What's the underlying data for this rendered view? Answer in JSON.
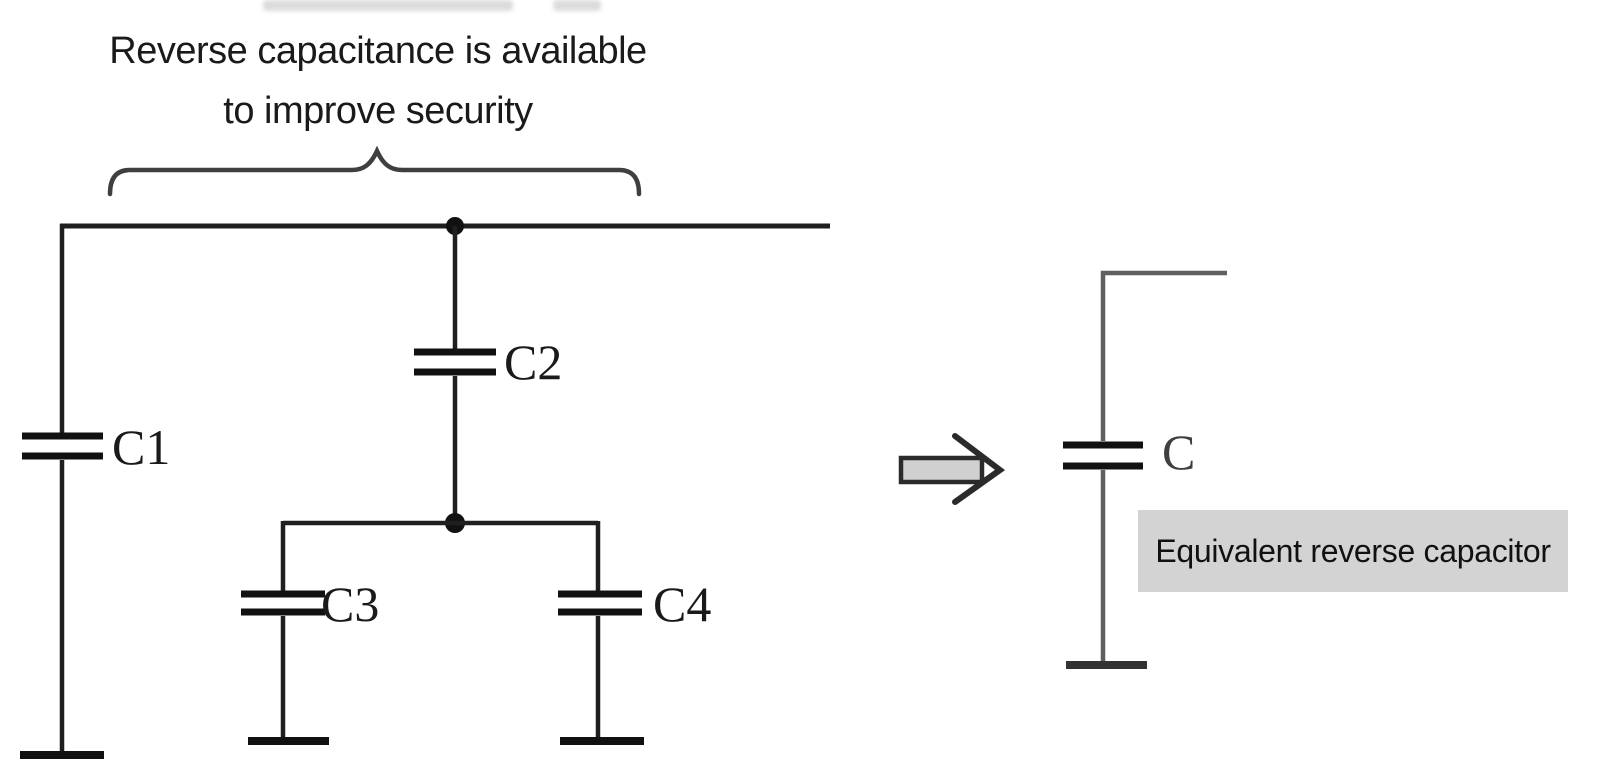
{
  "annotation": {
    "line1": "Reverse capacitance is available",
    "line2": "to improve security"
  },
  "components": {
    "c1": "C1",
    "c2": "C2",
    "c3": "C3",
    "c4": "C4",
    "equivalent": "C"
  },
  "equivalent_label": "Equivalent reverse capacitor",
  "colors": {
    "wire": "#1f1f1f",
    "equivalent_wire": "#5f5f5f",
    "plate": "#111111",
    "brace": "#3f3f3f",
    "arrow_fill": "#d0d0d0",
    "arrow_stroke": "#2b2b2b",
    "label_box_bg": "#d3d3d3",
    "text": "#1a1a1a"
  }
}
